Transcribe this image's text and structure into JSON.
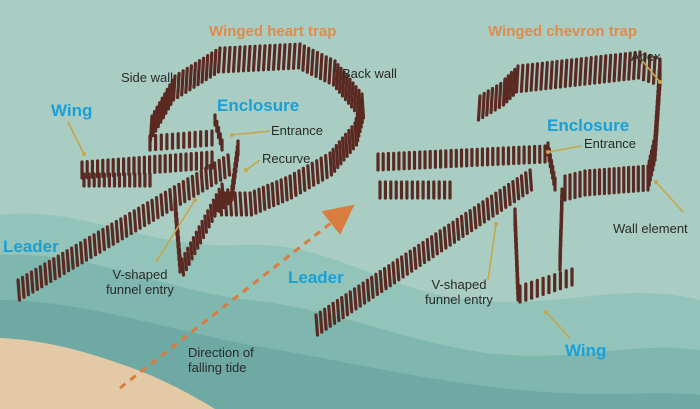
{
  "titles": {
    "left": "Winged heart trap",
    "right": "Winged chevron trap"
  },
  "left_trap": {
    "side_wall": "Side wall",
    "back_wall": "Back wall",
    "wing": "Wing",
    "enclosure": "Enclosure",
    "entrance": "Entrance",
    "recurve": "Recurve",
    "leader": "Leader",
    "funnel_line1": "V-shaped",
    "funnel_line2": "funnel entry"
  },
  "right_trap": {
    "apex": "Apex",
    "enclosure": "Enclosure",
    "entrance": "Entrance",
    "wall_element": "Wall element",
    "leader": "Leader",
    "funnel_line1": "V-shaped",
    "funnel_line2": "funnel entry",
    "wing": "Wing"
  },
  "tide": {
    "line1": "Direction of",
    "line2": "falling tide"
  },
  "colors": {
    "water_light": "#a9cdc2",
    "water_mid": "#86bdb3",
    "water_dark": "#6aa9a4",
    "sand": "#e4c9a6",
    "stake": "#5a2a22",
    "title_orange": "#e08a4c",
    "label_blue": "#1aa0d6",
    "pointer": "#c9a54a",
    "arrow": "#d97c3f"
  }
}
